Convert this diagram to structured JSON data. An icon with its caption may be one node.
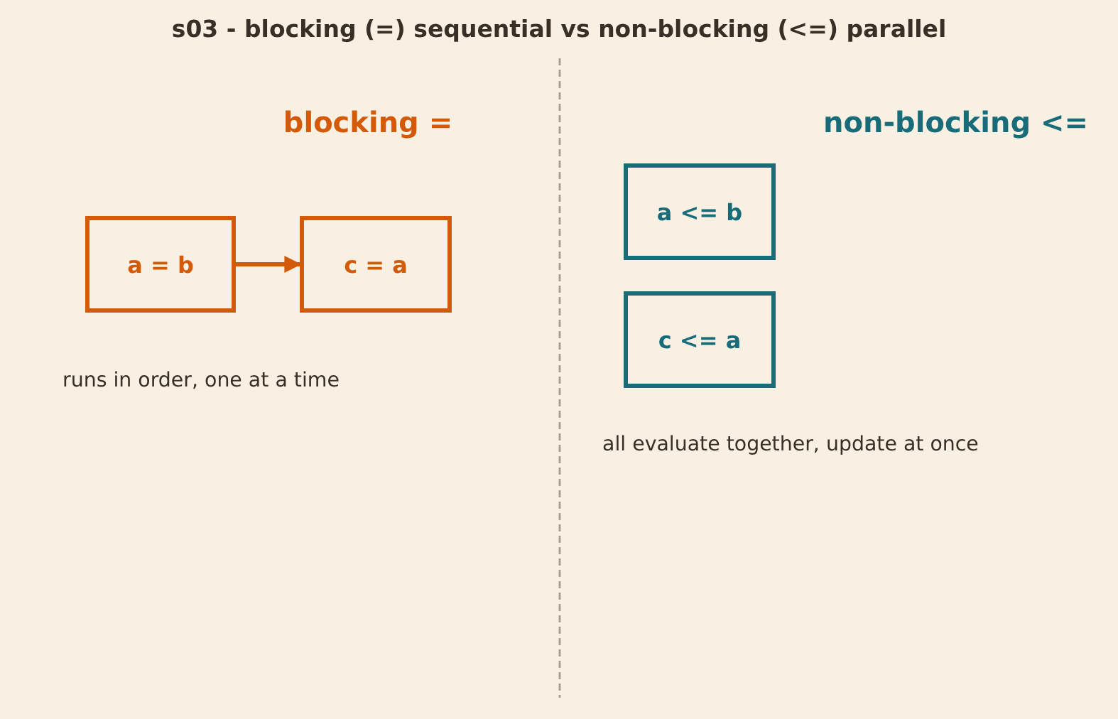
{
  "diagram": {
    "title": "s03 - blocking (=) sequential vs non-blocking (<=) parallel",
    "nodes": [
      {
        "text": [
          "a = b"
        ]
      },
      {
        "text": [
          "c = a"
        ]
      },
      {
        "text": [
          "a <= b"
        ]
      },
      {
        "text": [
          "c <= a"
        ]
      }
    ],
    "edges": [
      {
        "from": 0,
        "to": 1,
        "arrow": "to"
      }
    ],
    "labels": [
      "blocking =",
      "non-blocking <=",
      "runs in order, one at a time",
      "all evaluate together, update at once"
    ]
  }
}
